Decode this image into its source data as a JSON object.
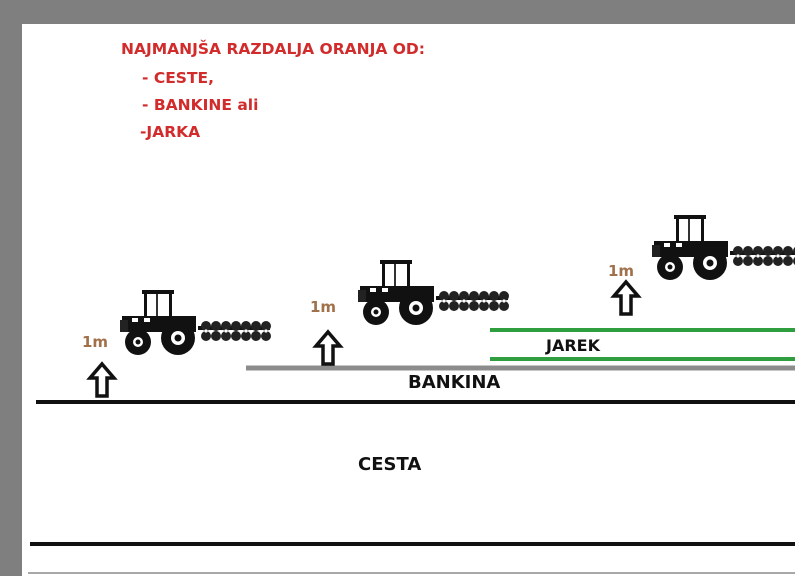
{
  "title": {
    "heading": "NAJMANJŠA RAZDALJA ORANJA OD:",
    "items": [
      "- CESTE,",
      "- BANKINE ali",
      "-JARKA"
    ]
  },
  "labels": {
    "road": "CESTA",
    "shoulder": "BANKINA",
    "ditch": "JAREK"
  },
  "distances": [
    "1m",
    "1m",
    "1m"
  ],
  "colors": {
    "title": "#d12b2b",
    "distance": "#a0714a",
    "road_line": "#111111",
    "shoulder_line": "#8c8c8c",
    "ditch_line": "#2e9e3f",
    "frame": "#7f7f7f"
  },
  "icons": [
    "tractor-with-plough-icon",
    "up-arrow-icon"
  ]
}
